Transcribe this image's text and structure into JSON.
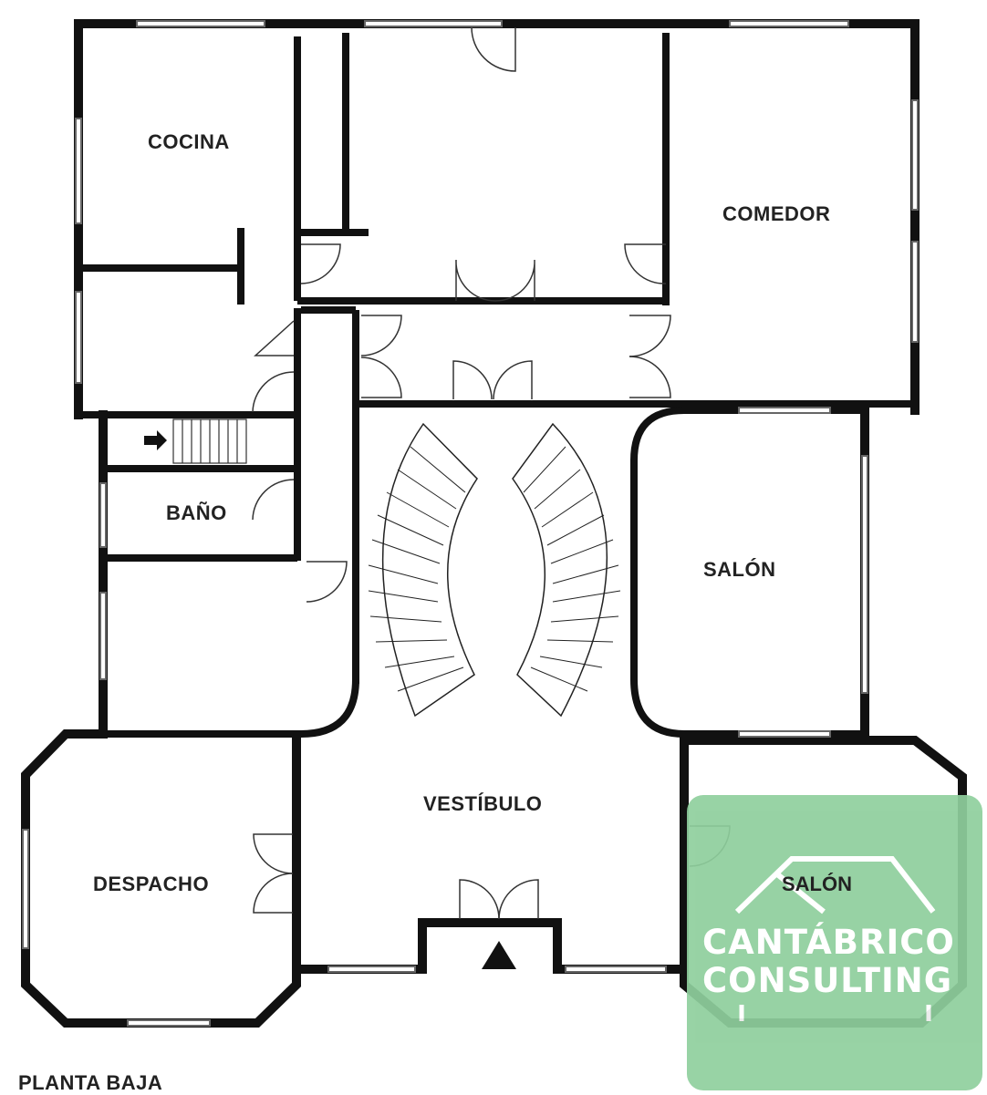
{
  "rooms": {
    "cocina": "COCINA",
    "comedor": "COMEDOR",
    "bano": "BAÑO",
    "salon_1": "SALÓN",
    "salon_2": "SALÓN",
    "vestibulo": "VESTÍBULO",
    "despacho": "DESPACHO"
  },
  "floor_label": "PLANTA BAJA",
  "watermark": {
    "line1": "CANTÁBRICO",
    "line2": "CONSULTING",
    "icon": "house-roof-icon",
    "color": "#8fcf9d"
  },
  "entrance_icon": "triangle-up-icon",
  "stair_arrow_icon": "arrow-right-icon"
}
